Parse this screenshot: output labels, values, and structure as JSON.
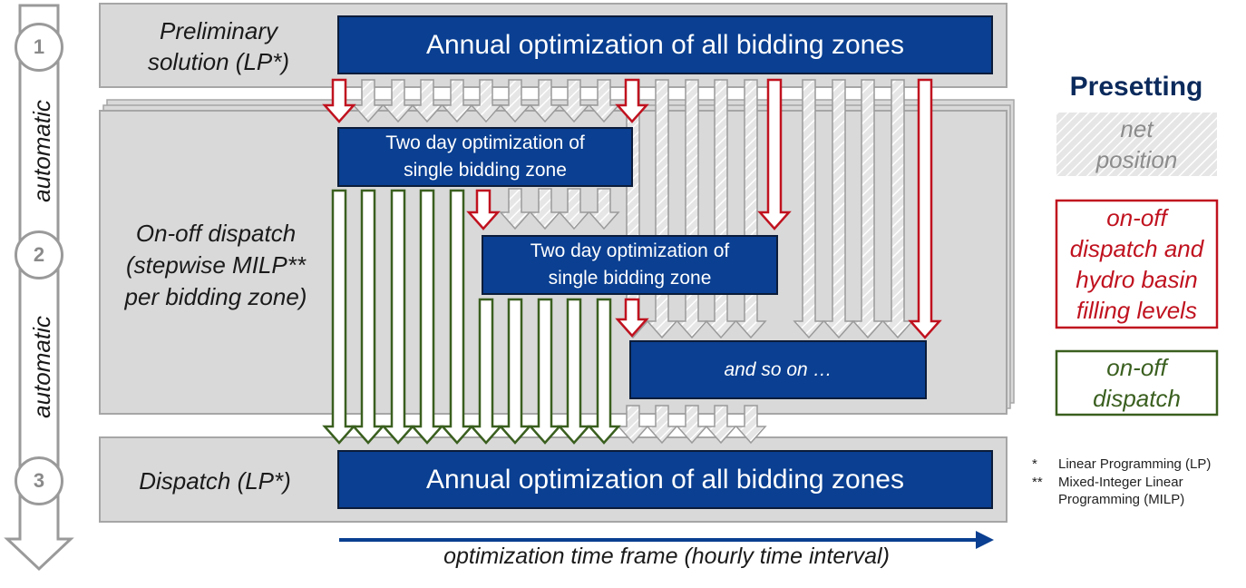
{
  "steps": [
    {
      "number": "1",
      "label_line1": "Preliminary",
      "label_line2": "solution (LP*)"
    },
    {
      "number": "2",
      "label_line1": "On-off dispatch",
      "label_line2": "(stepwise MILP**",
      "label_line3": "per bidding zone)"
    },
    {
      "number": "3",
      "label_line1": "Dispatch (LP*)"
    }
  ],
  "automatic_label": "automatic",
  "boxes": {
    "annual_top": "Annual optimization of all bidding zones",
    "two_day_1_line1": "Two day optimization of",
    "two_day_1_line2": "single bidding zone",
    "two_day_2_line1": "Two day optimization of",
    "two_day_2_line2": "single bidding zone",
    "and_so_on": "and so on …",
    "annual_bottom": "Annual optimization of all bidding zones"
  },
  "time_axis_label": "optimization time frame (hourly time interval)",
  "legend": {
    "title": "Presetting",
    "net_line1": "net",
    "net_line2": "position",
    "red_lines": [
      "on-off",
      "dispatch and",
      "hydro basin",
      "filling levels"
    ],
    "green_lines": [
      "on-off",
      "dispatch"
    ]
  },
  "footnotes": {
    "star1_marker": "*",
    "star1_text": "Linear Programming (LP)",
    "star2_marker": "**",
    "star2_text_line1": "Mixed-Integer Linear",
    "star2_text_line2": "Programming (MILP)"
  },
  "colors": {
    "blue_box": "#0a3f91",
    "red_arrow": "#c0121f",
    "green_arrow": "#3a5f1f",
    "gray_panel": "#d9d9d9",
    "legend_title": "#0b2a5c"
  }
}
